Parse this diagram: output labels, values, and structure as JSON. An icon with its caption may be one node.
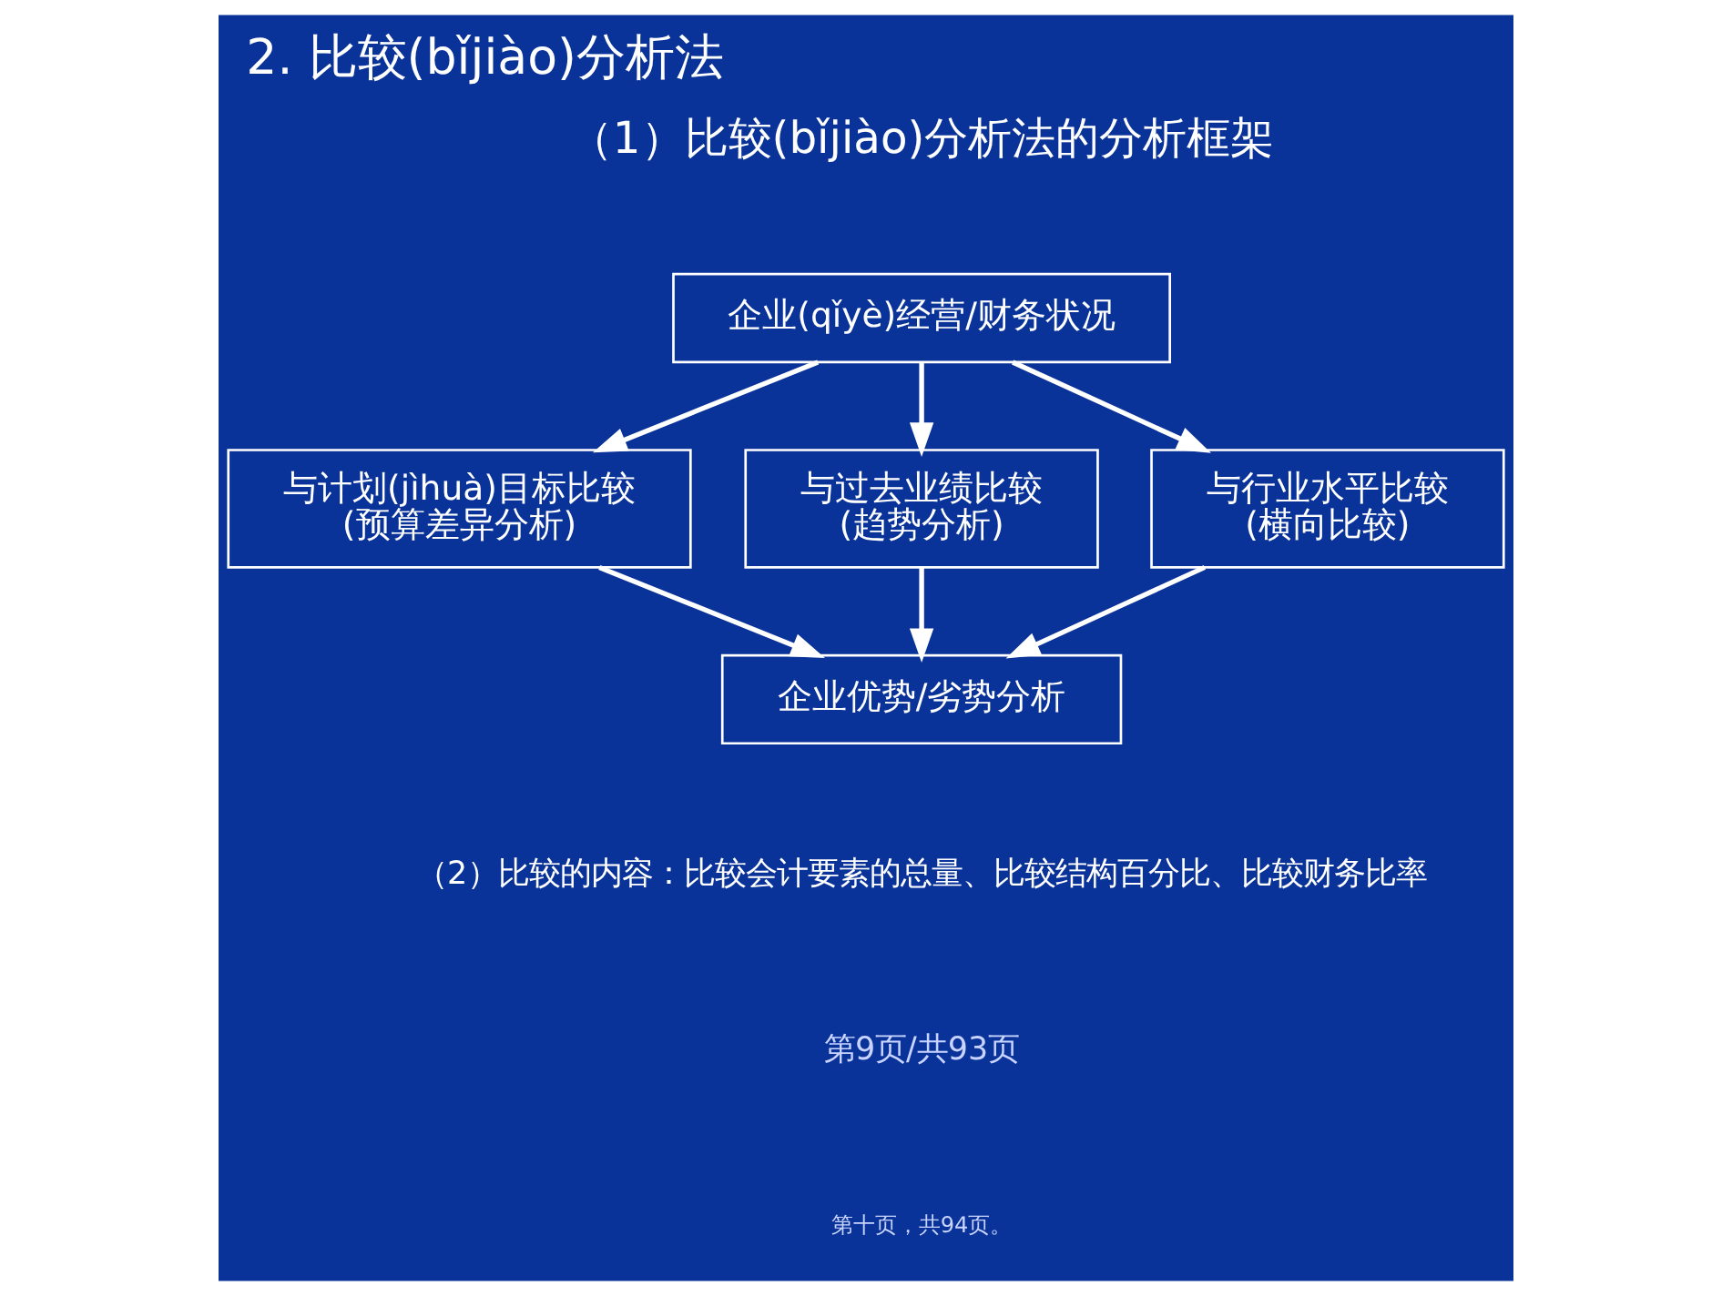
{
  "diagram": {
    "title": "2. 比较(bǐjiào)分析法",
    "nodes": [
      {
        "text": [
          "企业(qǐyè)经营/财务状况"
        ]
      },
      {
        "text": [
          "与计划(jìhuà)目标比较",
          "(预算差异分析)"
        ]
      },
      {
        "text": [
          "与过去业绩比较",
          "(趋势分析)"
        ]
      },
      {
        "text": [
          "与行业水平比较",
          "(横向比较)"
        ]
      },
      {
        "text": [
          "企业优势/劣势分析"
        ]
      }
    ],
    "edges": [
      {
        "from": 0,
        "to": 1,
        "arrow": "to"
      },
      {
        "from": 0,
        "to": 2,
        "arrow": "to"
      },
      {
        "from": 0,
        "to": 3,
        "arrow": "to"
      },
      {
        "from": 1,
        "to": 4,
        "arrow": "to"
      },
      {
        "from": 2,
        "to": 4,
        "arrow": "to"
      },
      {
        "from": 3,
        "to": 4,
        "arrow": "to"
      }
    ],
    "labels": [
      "（1）比较(bǐjiào)分析法的分析框架",
      "（2）比较的内容：比较会计要素的总量、比较结构百分比、比较财务比率",
      "第9页/共93页",
      "第十页，共94页。"
    ]
  }
}
